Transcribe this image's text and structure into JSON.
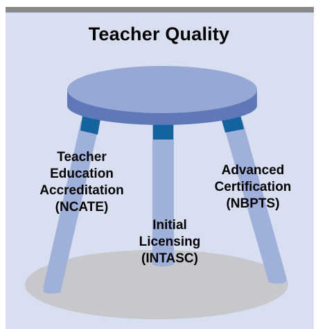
{
  "title": "Teacher Quality",
  "legs": {
    "left": [
      "Teacher",
      "Education",
      "Accreditation",
      "(NCATE)"
    ],
    "center": [
      "Initial",
      "Licensing",
      "(INTASC)"
    ],
    "right": [
      "Advanced",
      "Certification",
      "(NBPTS)"
    ]
  },
  "colors": {
    "panel_background": "#d8dff1",
    "top_border": "#888888",
    "seat_top": "#98a8d5",
    "seat_rim": "#5f79b8",
    "leg": "#9fb0da",
    "leg_collar": "#15639e",
    "floor_shadow": "#c6c8cb"
  },
  "icons": {
    "stool": "three-legged-stool-icon"
  }
}
